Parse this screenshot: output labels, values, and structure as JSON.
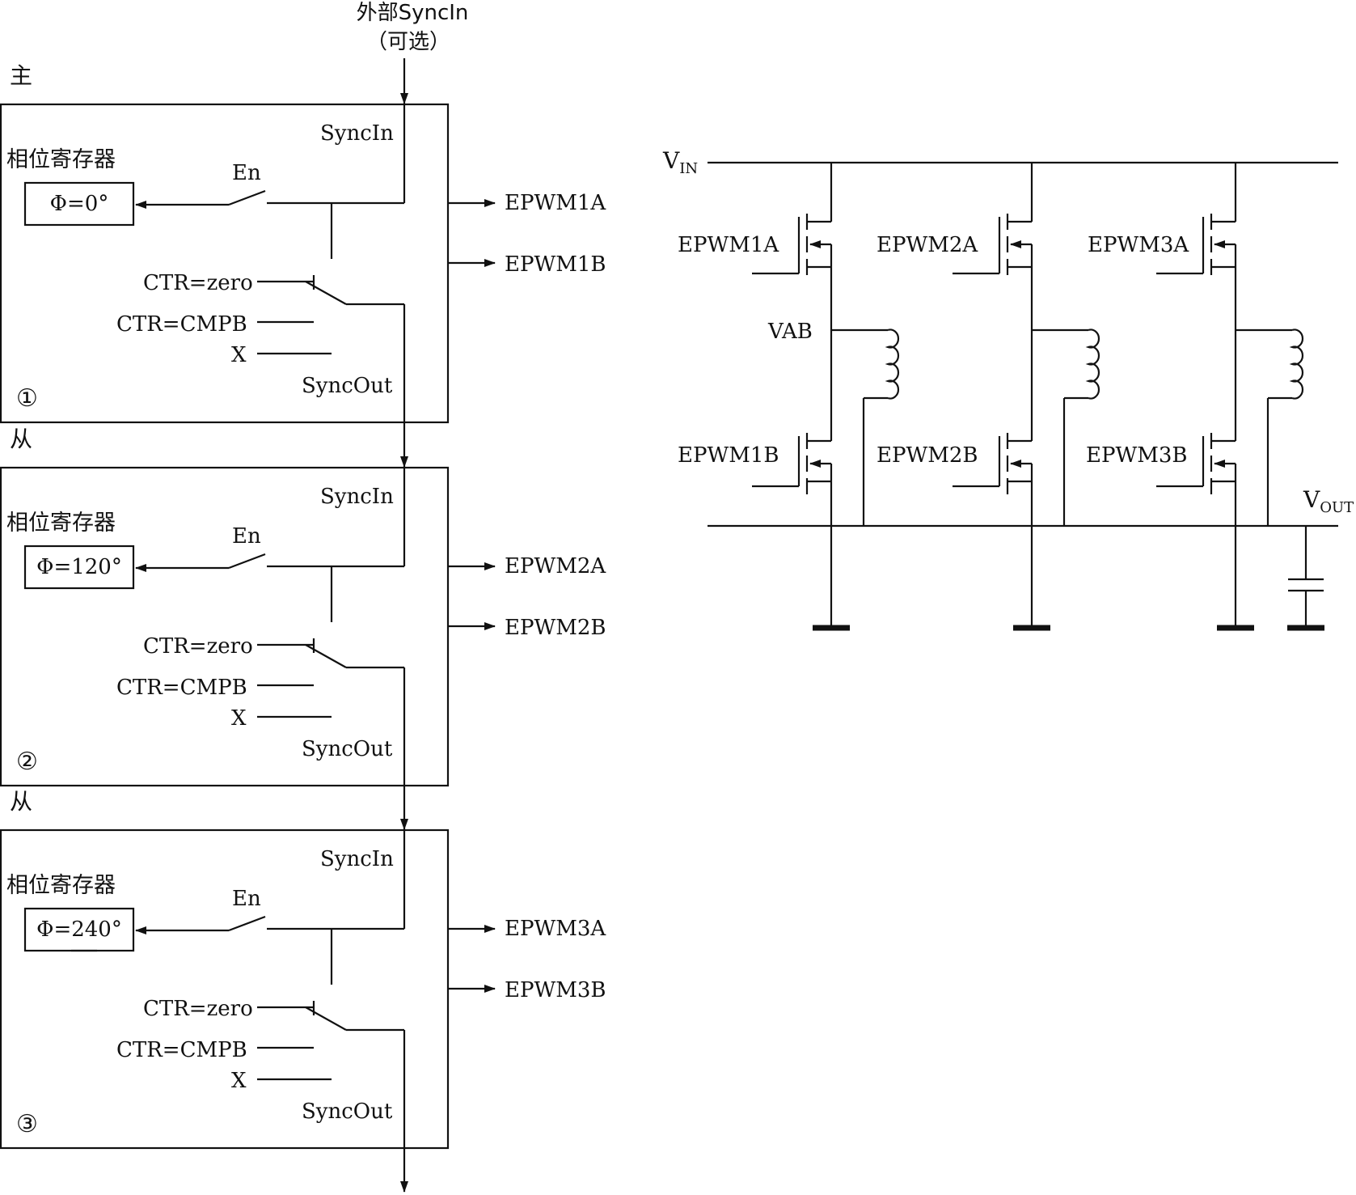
{
  "sync": {
    "external_in_line1": "外部SyncIn",
    "external_in_line2": "（可选）"
  },
  "modules": [
    {
      "role": "主",
      "reg_label": "相位寄存器",
      "phase": "Φ=0°",
      "en": "En",
      "sync_in": "SyncIn",
      "sync_out": "SyncOut",
      "ctr_zero": "CTR=zero",
      "ctr_cmpb": "CTR=CMPB",
      "x": "X",
      "index": "①",
      "out_a": "EPWM1A",
      "out_b": "EPWM1B"
    },
    {
      "role": "从",
      "reg_label": "相位寄存器",
      "phase": "Φ=120°",
      "en": "En",
      "sync_in": "SyncIn",
      "sync_out": "SyncOut",
      "ctr_zero": "CTR=zero",
      "ctr_cmpb": "CTR=CMPB",
      "x": "X",
      "index": "②",
      "out_a": "EPWM2A",
      "out_b": "EPWM2B"
    },
    {
      "role": "从",
      "reg_label": "相位寄存器",
      "phase": "Φ=240°",
      "en": "En",
      "sync_in": "SyncIn",
      "sync_out": "SyncOut",
      "ctr_zero": "CTR=zero",
      "ctr_cmpb": "CTR=CMPB",
      "x": "X",
      "index": "③",
      "out_a": "EPWM3A",
      "out_b": "EPWM3B"
    }
  ],
  "circuit": {
    "vin": "V",
    "vin_sub": "IN",
    "vout": "V",
    "vout_sub": "OUT",
    "node_label": "VAB",
    "phases": [
      {
        "high_gate": "EPWM1A",
        "low_gate": "EPWM1B"
      },
      {
        "high_gate": "EPWM2A",
        "low_gate": "EPWM2B"
      },
      {
        "high_gate": "EPWM3A",
        "low_gate": "EPWM3B"
      }
    ]
  }
}
